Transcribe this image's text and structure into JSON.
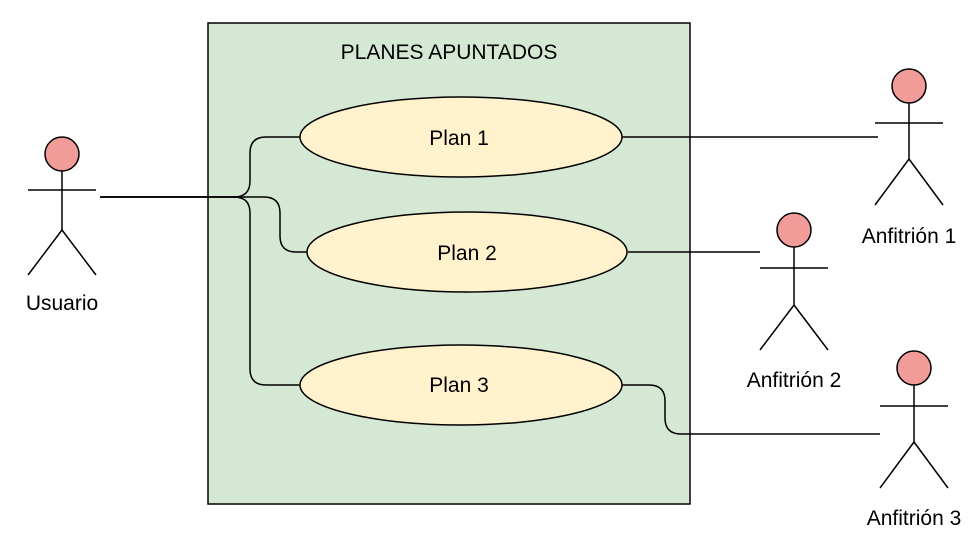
{
  "system": {
    "title": "PLANES APUNTADOS",
    "fill": "#d5e8d4"
  },
  "use_cases": [
    {
      "label": "Plan 1"
    },
    {
      "label": "Plan 2"
    },
    {
      "label": "Plan 3"
    }
  ],
  "actors": {
    "user": {
      "label": "Usuario"
    },
    "hosts": [
      {
        "label": "Anfitrión 1"
      },
      {
        "label": "Anfitrión 2"
      },
      {
        "label": "Anfitrión 3"
      }
    ]
  },
  "colors": {
    "use_case_fill": "#fff2cc",
    "actor_head_fill": "#f19c99",
    "stroke": "#000000"
  }
}
